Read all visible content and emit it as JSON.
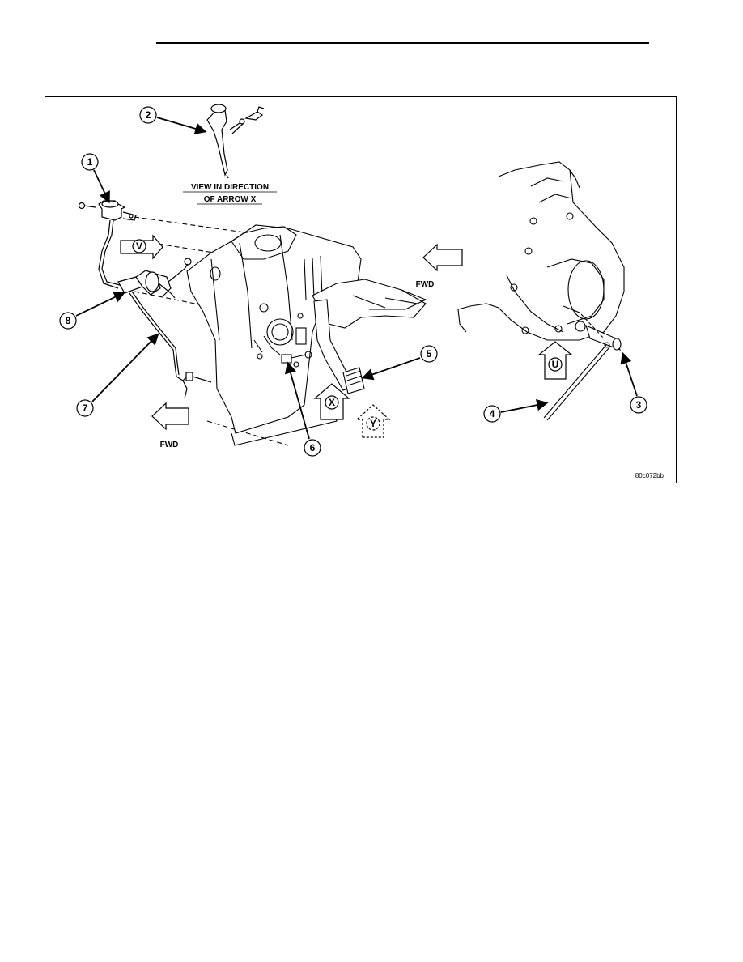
{
  "figure": {
    "figure_id": "80c072bb",
    "view_caption": {
      "line1": "VIEW IN DIRECTION",
      "line2": "OF ARROW X"
    },
    "fwd_labels": [
      "FWD",
      "FWD"
    ],
    "view_arrows": [
      "V",
      "X",
      "Y",
      "U"
    ],
    "callouts": [
      "1",
      "2",
      "3",
      "4",
      "5",
      "6",
      "7",
      "8"
    ]
  }
}
